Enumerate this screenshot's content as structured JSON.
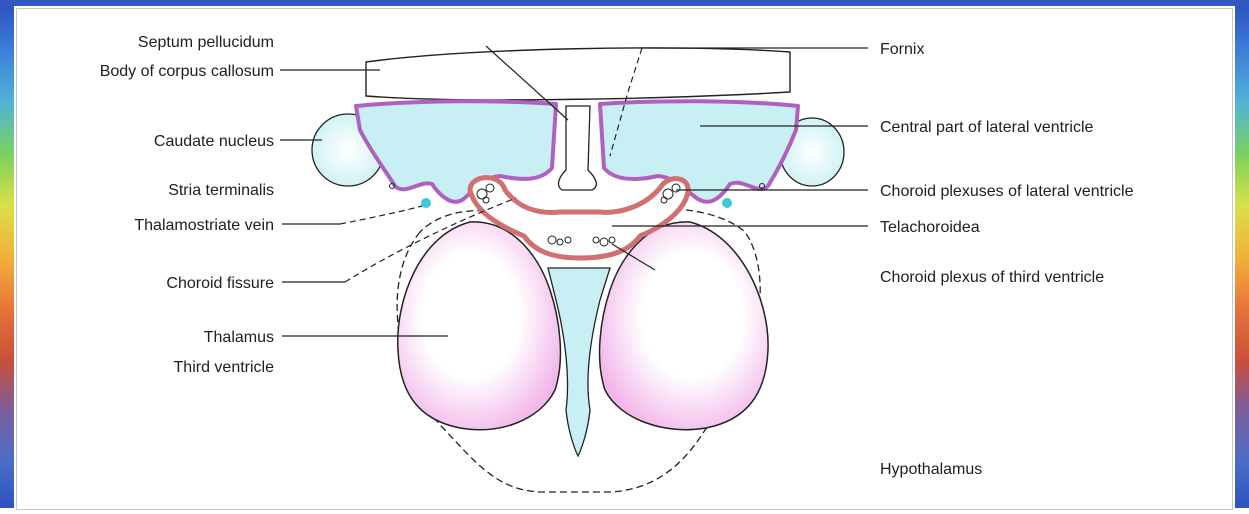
{
  "labels": {
    "left": {
      "septum_pellucidum": "Septum pellucidum",
      "body_corpus_callosum": "Body of corpus callosum",
      "caudate_nucleus": "Caudate nucleus",
      "stria_terminalis": "Stria terminalis",
      "thalamostriate_vein": "Thalamostriate vein",
      "choroid_fissure": "Choroid fissure",
      "thalamus": "Thalamus",
      "third_ventricle": "Third ventricle"
    },
    "right": {
      "fornix": "Fornix",
      "central_part_lateral_ventricle": "Central part of lateral ventricle",
      "choroid_plexuses_lateral_ventricle": "Choroid plexuses of lateral ventricle",
      "telachoroidea": "Telachoroidea",
      "choroid_plexus_third_ventricle": "Choroid plexus of third ventricle",
      "hypothalamus": "Hypothalamus"
    }
  },
  "colors": {
    "ventricle": "#c8f0f4",
    "thalamus": "#f4c4ec",
    "ependyma": "#b060c0",
    "tela_choroidea": "#d07070",
    "outline": "#222222"
  }
}
